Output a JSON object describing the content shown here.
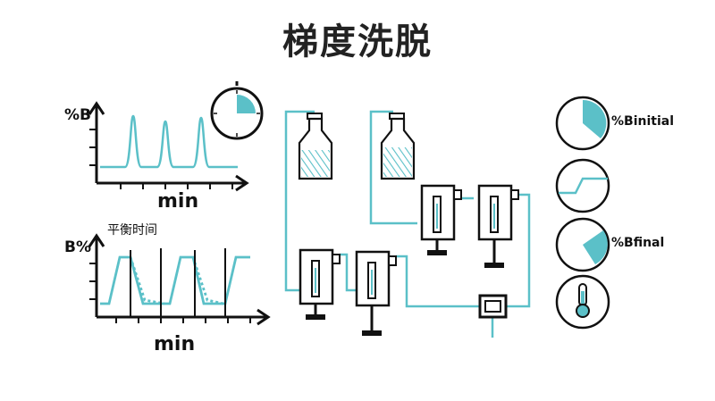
{
  "title": "梯度洗脱",
  "top_chart": {
    "ylabel": "%B",
    "xlabel": "min"
  },
  "bottom_chart": {
    "ylabel": "B%",
    "xlabel": "min",
    "annotation": "平衡时间"
  },
  "legend": {
    "initial": "%Binitial",
    "final": "%Bfinal"
  },
  "icons": [
    "clock-icon",
    "solvent-bottle-icon",
    "pump-icon",
    "mixer-icon",
    "pie-initial-icon",
    "gradient-ramp-icon",
    "pie-final-icon",
    "thermometer-icon"
  ],
  "colors": {
    "accent": "#5bc0c8",
    "ink": "#111111"
  }
}
